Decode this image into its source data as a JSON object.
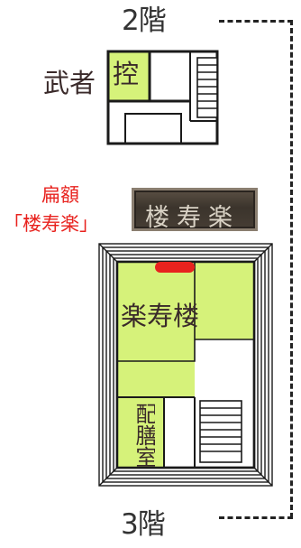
{
  "floors": {
    "upper": "2階",
    "lower": "3階"
  },
  "second_floor": {
    "musha_label": "武者",
    "room_label": "控"
  },
  "plaque": {
    "label_line1": "扁額",
    "label_line2": "「楼寿楽」",
    "inscription": "楼寿楽"
  },
  "third_floor": {
    "main_room_label": "楽寿楼",
    "side_room_label": "配膳室"
  },
  "colors": {
    "room_fill": "#d6f27a",
    "accent_red": "#e8221e",
    "wall": "#1a1a1a"
  }
}
